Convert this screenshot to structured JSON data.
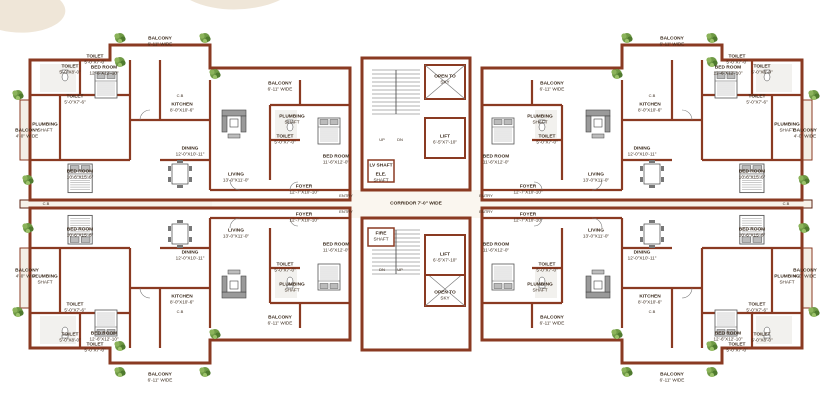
{
  "plan": {
    "labels": {
      "balcony_1": {
        "name": "BALCONY",
        "size": "6'-11\" WIDE"
      },
      "balcony_2": {
        "name": "BALCONY",
        "size": "6'-11\" WIDE"
      },
      "balcony_3": {
        "name": "BALCONY",
        "size": "6'-11\" WIDE"
      },
      "balcony_4": {
        "name": "BALCONY",
        "size": "6'-11\" WIDE"
      },
      "balcony_5": {
        "name": "BALCONY",
        "size": "6'-11\" WIDE"
      },
      "balcony_6": {
        "name": "BALCONY",
        "size": "6'-11\" WIDE"
      },
      "balcony_7": {
        "name": "BALCONY",
        "size": "6'-11\" WIDE"
      },
      "balcony_8": {
        "name": "BALCONY",
        "size": "6'-11\" WIDE"
      },
      "balcony_side_1": {
        "name": "BALCONY",
        "size": "4'-0\" WIDE"
      },
      "balcony_side_2": {
        "name": "BALCONY",
        "size": "4'-0\" WIDE"
      },
      "balcony_side_3": {
        "name": "BALCONY",
        "size": "4'-0\" WIDE"
      },
      "balcony_side_4": {
        "name": "BALCONY",
        "size": "4'-0\" WIDE"
      },
      "bed_1": {
        "name": "BED ROOM",
        "size": "12'-6\"X12'-10\""
      },
      "bed_2": {
        "name": "BED ROOM",
        "size": "12'-6\"X12'-10\""
      },
      "bed_3": {
        "name": "BED ROOM",
        "size": "12'-6\"X12'-10\""
      },
      "bed_4": {
        "name": "BED ROOM",
        "size": "12'-6\"X12'-10\""
      },
      "bed_5": {
        "name": "BED ROOM",
        "size": "10'-6\"X15'-6\""
      },
      "bed_6": {
        "name": "BED ROOM",
        "size": "10'-6\"X15'-6\""
      },
      "bed_7": {
        "name": "BED ROOM",
        "size": "10'-6\"X15'-6\""
      },
      "bed_8": {
        "name": "BED ROOM",
        "size": "10'-6\"X15'-6\""
      },
      "bed_9": {
        "name": "BED ROOM",
        "size": "11'-6\"X12'-0\""
      },
      "bed_10": {
        "name": "BED ROOM",
        "size": "11'-6\"X12'-0\""
      },
      "bed_11": {
        "name": "BED ROOM",
        "size": "11'-6\"X12'-0\""
      },
      "bed_12": {
        "name": "BED ROOM",
        "size": "11'-6\"X12'-0\""
      },
      "toilet_1": {
        "name": "TOILET",
        "size": "5'-0\"X7'-6\""
      },
      "toilet_2": {
        "name": "TOILET",
        "size": "5'-0\"X7'-6\""
      },
      "toilet_3": {
        "name": "TOILET",
        "size": "5'-0\"X7'-6\""
      },
      "toilet_4": {
        "name": "TOILET",
        "size": "5'-0\"X7'-6\""
      },
      "toilet_5": {
        "name": "TOILET",
        "size": "5'-0\"X8'-0\""
      },
      "toilet_6": {
        "name": "TOILET",
        "size": "5'-0\"X8'-0\""
      },
      "toilet_7": {
        "name": "TOILET",
        "size": "5'-0\"X8'-0\""
      },
      "toilet_8": {
        "name": "TOILET",
        "size": "5'-0\"X8'-0\""
      },
      "toilet_9": {
        "name": "TOILET",
        "size": "5'-0\"X7'-0\""
      },
      "toilet_10": {
        "name": "TOILET",
        "size": "5'-0\"X7'-0\""
      },
      "toilet_11": {
        "name": "TOILET",
        "size": "5'-0\"X7'-0\""
      },
      "toilet_12": {
        "name": "TOILET",
        "size": "5'-0\"X7'-0\""
      },
      "toilet_13": {
        "name": "TOILET",
        "size": "5'-0\"X7'-0\""
      },
      "toilet_14": {
        "name": "TOILET",
        "size": "5'-0\"X7'-0\""
      },
      "toilet_15": {
        "name": "TOILET",
        "size": "5'-0\"X7'-0\""
      },
      "toilet_16": {
        "name": "TOILET",
        "size": "5'-0\"X7'-0\""
      },
      "kitchen_1": {
        "name": "KITCHEN",
        "size": "8'-0\"X10'-6\""
      },
      "kitchen_2": {
        "name": "KITCHEN",
        "size": "8'-0\"X10'-6\""
      },
      "kitchen_3": {
        "name": "KITCHEN",
        "size": "8'-0\"X10'-6\""
      },
      "kitchen_4": {
        "name": "KITCHEN",
        "size": "8'-0\"X10'-6\""
      },
      "dining_1": {
        "name": "DINING",
        "size": "12'-0\"X10'-11\""
      },
      "dining_2": {
        "name": "DINING",
        "size": "12'-0\"X10'-11\""
      },
      "dining_3": {
        "name": "DINING",
        "size": "12'-0\"X10'-11\""
      },
      "dining_4": {
        "name": "DINING",
        "size": "12'-0\"X10'-11\""
      },
      "living_1": {
        "name": "LIVING",
        "size": "13'-0\"X11'-0\""
      },
      "living_2": {
        "name": "LIVING",
        "size": "13'-0\"X11'-0\""
      },
      "living_3": {
        "name": "LIVING",
        "size": "13'-0\"X11'-0\""
      },
      "living_4": {
        "name": "LIVING",
        "size": "13'-0\"X11'-0\""
      },
      "foyer_1": {
        "name": "FOYER",
        "size": "12'-7\"X10'-10\""
      },
      "foyer_2": {
        "name": "FOYER",
        "size": "12'-7\"X10'-10\""
      },
      "foyer_3": {
        "name": "FOYER",
        "size": "12'-7\"X10'-10\""
      },
      "foyer_4": {
        "name": "FOYER",
        "size": "12'-7\"X10'-10\""
      },
      "plumbing_1": {
        "name": "PLUMBING",
        "size": "SHAFT"
      },
      "plumbing_2": {
        "name": "PLUMBING",
        "size": "SHAFT"
      },
      "plumbing_3": {
        "name": "PLUMBING",
        "size": "SHAFT"
      },
      "plumbing_4": {
        "name": "PLUMBING",
        "size": "SHAFT"
      },
      "plumbing_5": {
        "name": "PLUMBING",
        "size": "SHAFT"
      },
      "plumbing_6": {
        "name": "PLUMBING",
        "size": "SHAFT"
      },
      "plumbing_7": {
        "name": "PLUMBING",
        "size": "SHAFT"
      },
      "plumbing_8": {
        "name": "PLUMBING",
        "size": "SHAFT"
      },
      "lift_1": {
        "name": "LIFT",
        "size": "6'-5\"X7'-10\""
      },
      "lift_2": {
        "name": "LIFT",
        "size": "6'-5\"X7'-10\""
      },
      "open_1": {
        "name": "OPEN TO",
        "size": "SKY"
      },
      "open_2": {
        "name": "OPEN TO",
        "size": "SKY"
      },
      "corridor": {
        "name": "CORRIDOR 7'-0\" WIDE",
        "size": ""
      },
      "lv_shaft": {
        "name": "LV SHAFT",
        "size": ""
      },
      "ele_shaft": {
        "name": "ELE.",
        "size": "SHAFT"
      },
      "fire_shaft": {
        "name": "FIRE",
        "size": "SHAFT"
      }
    },
    "tags": {
      "cb": "C.B",
      "entry": "ENTRY",
      "up": "UP",
      "dn": "DN"
    },
    "colors": {
      "wall": "#8a3a22",
      "wall_dark": "#5e2414",
      "floor": "#ffffff",
      "tile": "#d9d6ce",
      "furniture": "#6b6b6b",
      "planter": "#5f8a3a",
      "balcony_fill": "#f4efe6",
      "decor": "#efe6d8"
    },
    "icons": [
      "plant-icon",
      "bed-icon",
      "sofa-icon",
      "dining-table-icon",
      "toilet-icon",
      "stair-icon",
      "lift-icon"
    ]
  }
}
